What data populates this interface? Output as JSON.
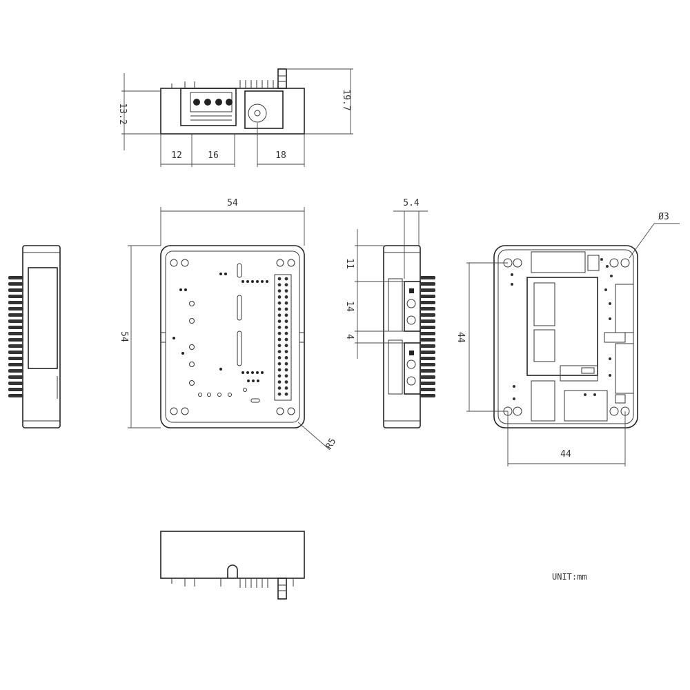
{
  "dimensions": {
    "top_height_body": "13.2",
    "top_height_total": "19.7",
    "top_offset_left": "12",
    "top_terminal_width": "16",
    "top_dc_jack_offset": "18",
    "front_width": "54",
    "front_height": "54",
    "front_corner_radius": "R5",
    "side_depth": "5.4",
    "side_offset_1": "11",
    "side_offset_2": "14",
    "side_offset_3": "4",
    "back_hole_diameter": "Ø3",
    "back_hole_spacing_vertical": "44",
    "back_hole_spacing_horizontal": "44"
  },
  "unit_note": "UNIT:mm"
}
